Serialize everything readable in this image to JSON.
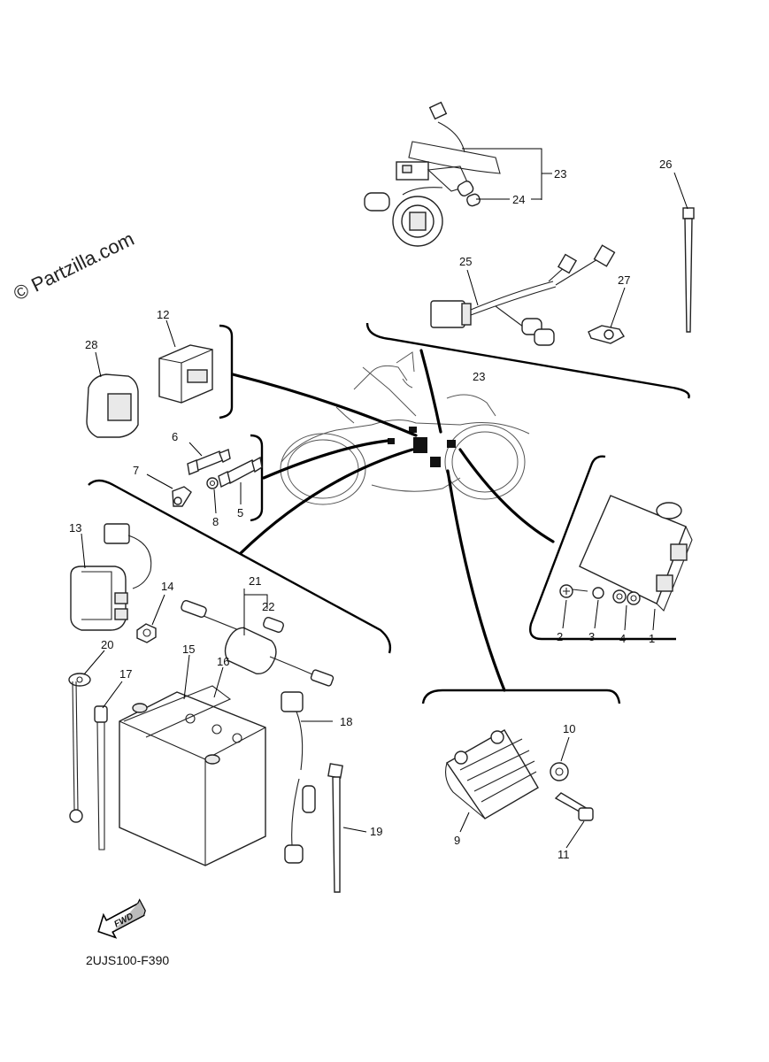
{
  "watermark": "© Partzilla.com",
  "diagram_code": "2UJS100-F390",
  "fwd_label": "FWD",
  "callouts": {
    "c1": "1",
    "c2": "2",
    "c3": "3",
    "c4": "4",
    "c5": "5",
    "c6": "6",
    "c7": "7",
    "c8": "8",
    "c9": "9",
    "c10": "10",
    "c11": "11",
    "c12": "12",
    "c13": "13",
    "c14": "14",
    "c15": "15",
    "c16": "16",
    "c17": "17",
    "c18": "18",
    "c19": "19",
    "c20": "20",
    "c21": "21",
    "c22": "22",
    "c23": "23",
    "c23b": "23",
    "c24": "24",
    "c25": "25",
    "c26": "26",
    "c27": "27",
    "c28": "28"
  }
}
